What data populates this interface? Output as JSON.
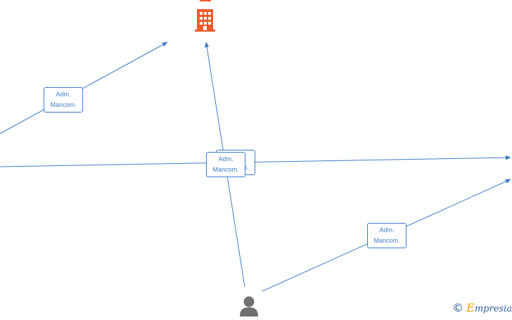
{
  "colors": {
    "edge": "#3d7ec9",
    "company": "#f4592a",
    "person": "#707070",
    "brand": "#2a5e96",
    "brand_accent": "#f0a000"
  },
  "nodes": [
    {
      "type": "company",
      "icon": "building-icon"
    },
    {
      "type": "person",
      "icon": "person-icon"
    }
  ],
  "edge_labels": [
    {
      "line1": "Adm.",
      "line2": "Mancom."
    },
    {
      "line1": "Adm.",
      "line2": "Mancom."
    },
    {
      "line1": "Adm.",
      "line2": "Mancom."
    },
    {
      "line1": "Adm.",
      "line2": "Mancom."
    }
  ],
  "footer": {
    "copyright_symbol": "©",
    "brand_initial": "E",
    "brand_rest": "mpresia"
  }
}
